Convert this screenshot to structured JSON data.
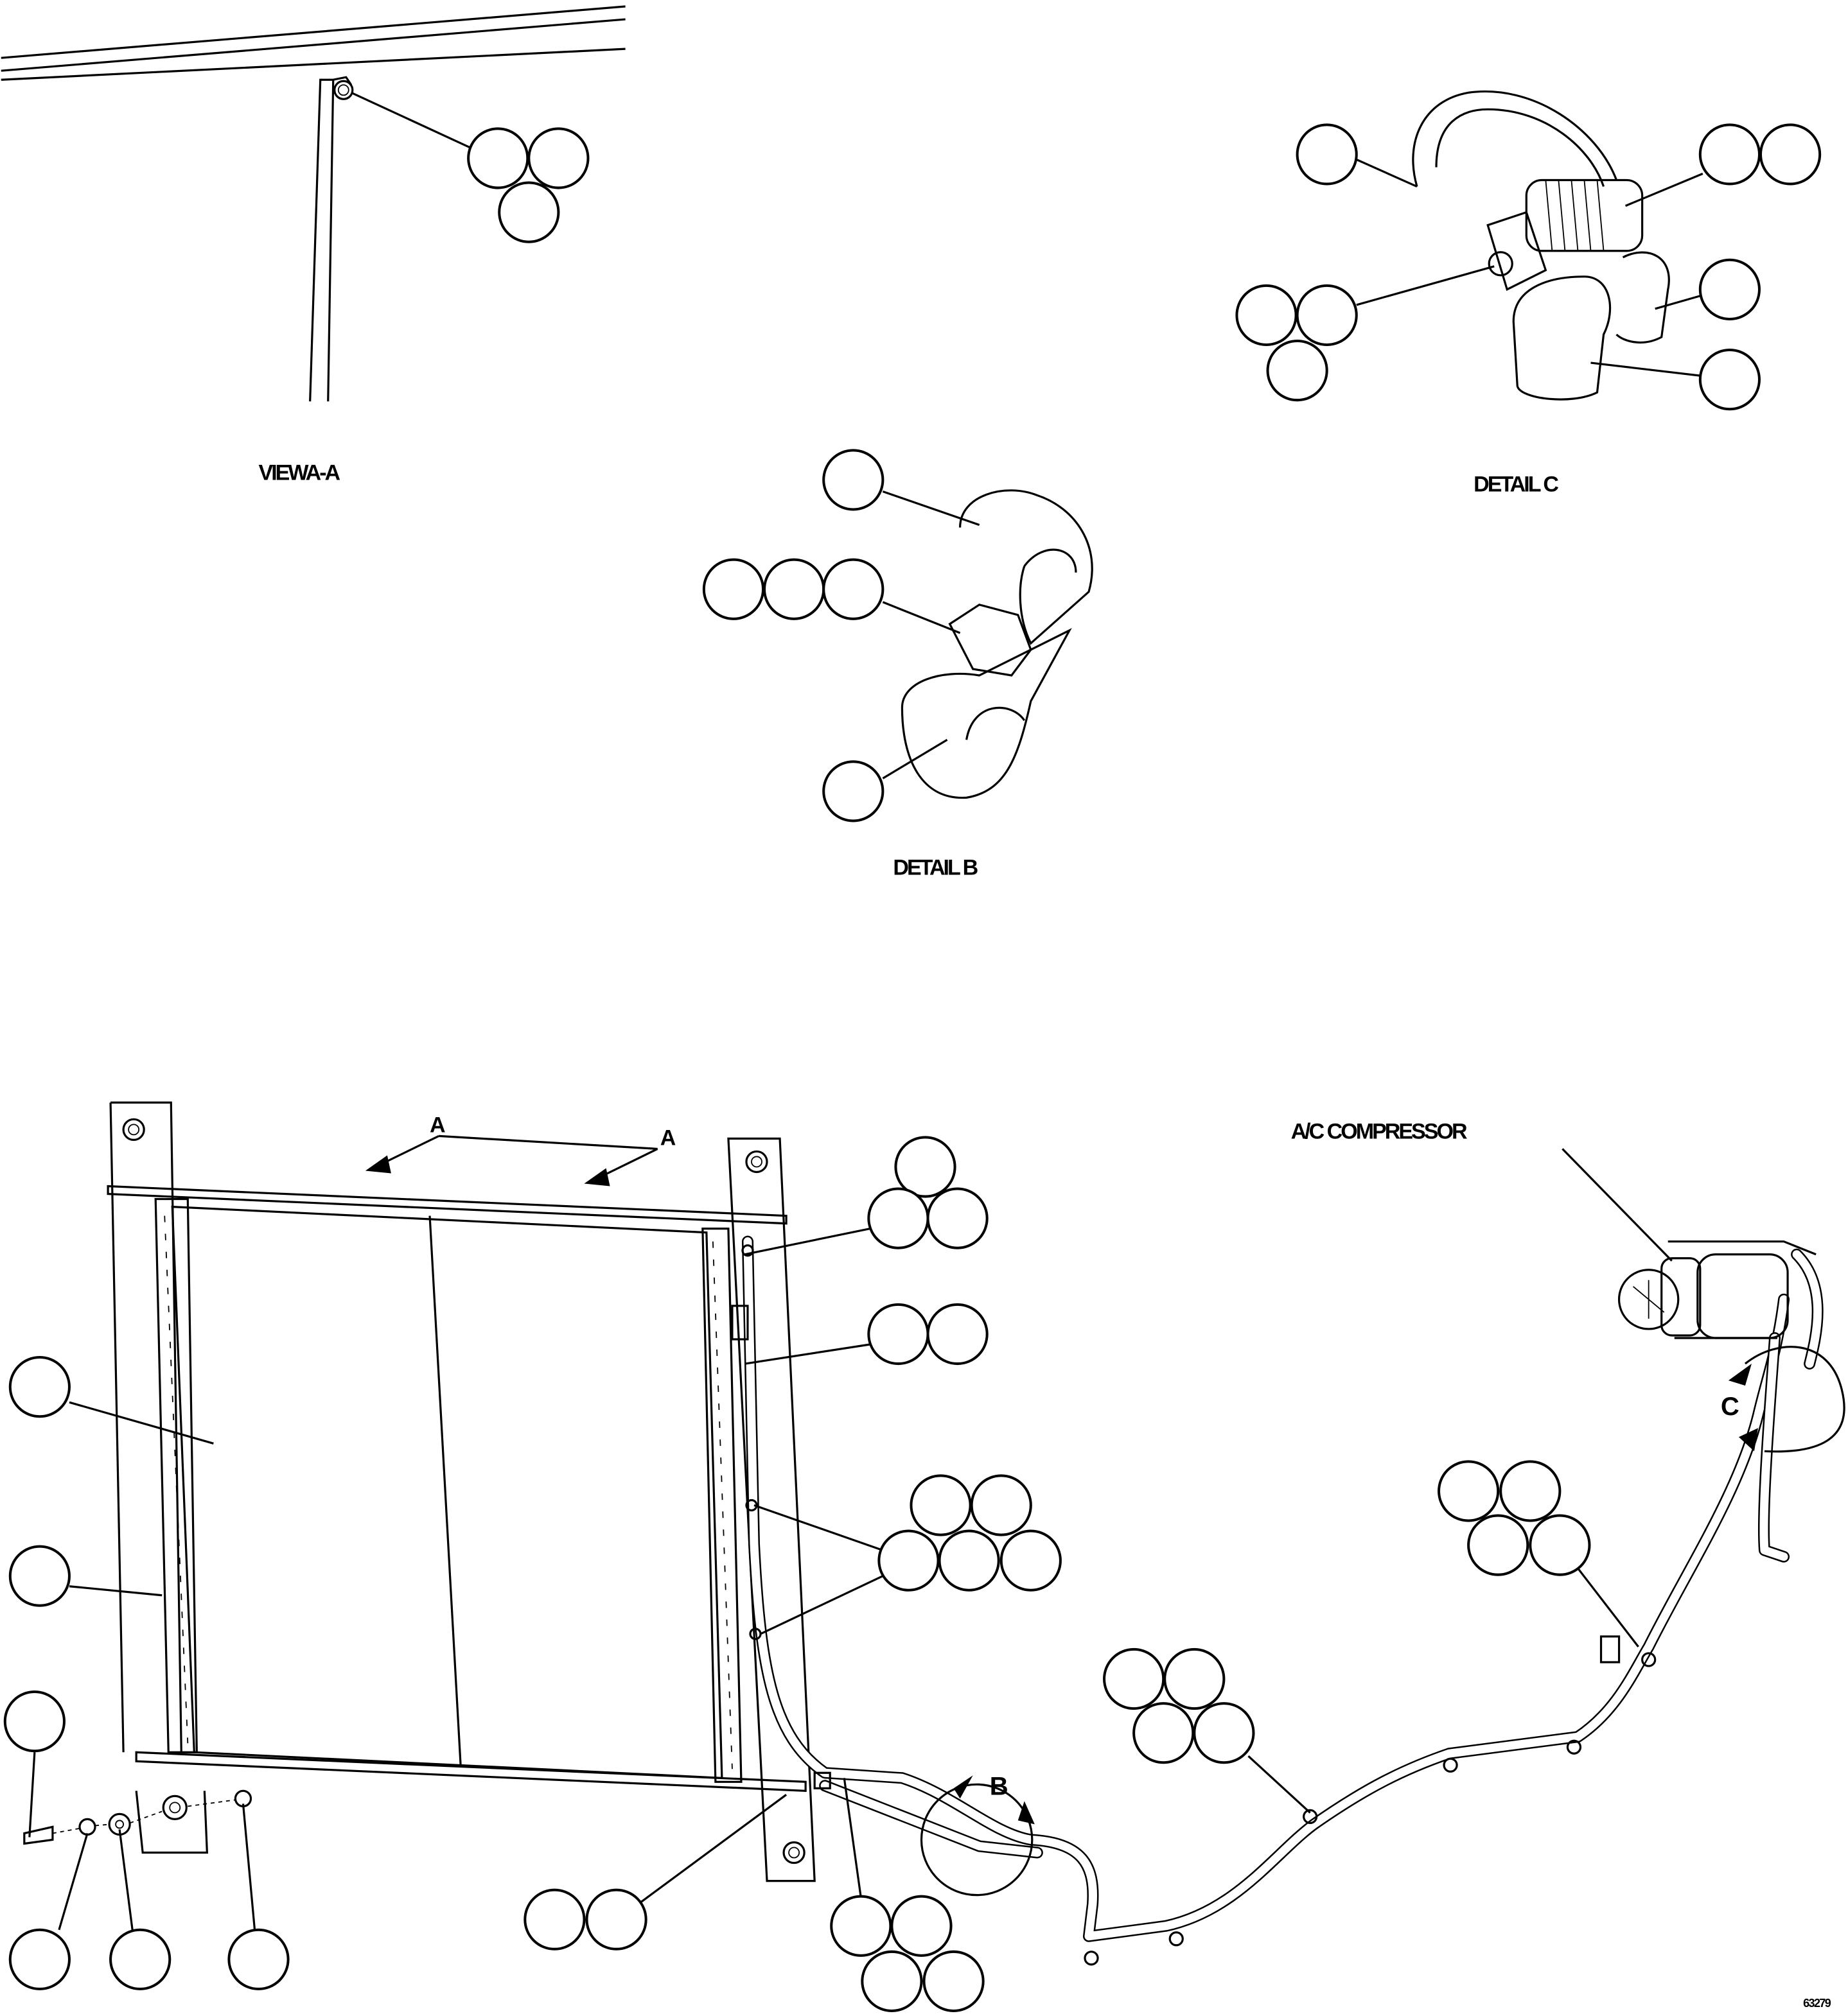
{
  "labels": {
    "view_a": "VIEWA-A",
    "detail_c": "DETAIL C",
    "detail_b": "DETAIL B",
    "compressor": "A/C COMPRESSOR",
    "section_a_left": "A",
    "section_a_right": "A",
    "detail_b_marker": "B",
    "detail_c_marker": "C",
    "figure_number": "63279"
  }
}
